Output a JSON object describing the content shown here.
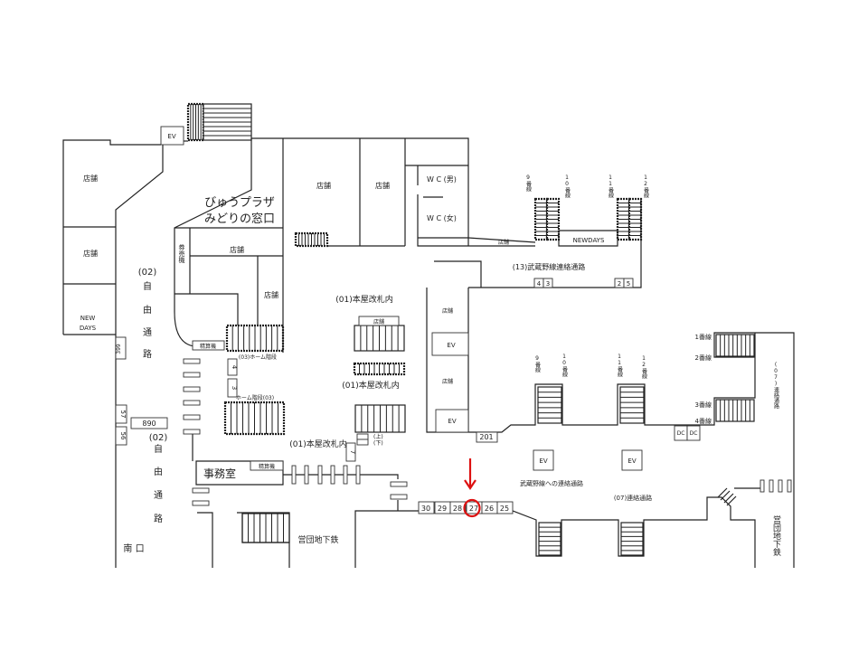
{
  "colors": {
    "line": "#222222",
    "highlight": "#dd1111"
  },
  "shop": "店舗",
  "ev": "EV",
  "new_days_line1": "NEW",
  "new_days_line2": "DAYS",
  "view_plaza": "びゅうプラザ",
  "midori": "みどりの窓口",
  "ticket_machine": "券売機",
  "fare_adjust": "精算機",
  "free_passage": {
    "num": "(02)",
    "chars": [
      "自",
      "由",
      "通",
      "路"
    ]
  },
  "south_exit": "南 口",
  "home_stairs_03a": "(03)ホーム階段",
  "home_stairs_03b": "ホーム階段(03)",
  "honya_gate": "(01)本屋改札内",
  "office": "事務室",
  "eidan_subway": "営団地下鉄",
  "wc_male": "W C (男)",
  "wc_female": "W C (女)",
  "newdays": "NEWDAYS",
  "musashino_passage": "(13)武蔵野線連絡通路",
  "musashino_link": "武蔵野線への連絡通路",
  "link_passage_07": "(07)連絡通路",
  "platforms_upper": [
    "9番線",
    "10番線",
    "11番線",
    "12番線"
  ],
  "platforms_lower": [
    "9番線",
    "10番線",
    "11番線",
    "12番線"
  ],
  "platforms_right": [
    "1番線",
    "2番線",
    "3番線",
    "4番線"
  ],
  "dc": "DC",
  "up": "(上)",
  "down": "(下)",
  "boxes": {
    "b399": "399",
    "b57": "57",
    "b56": "56",
    "b890": "890",
    "b4": "4",
    "b3": "3",
    "b7": "7",
    "b201": "201",
    "m4": "4",
    "m3": "3",
    "m2": "2",
    "m5": "5"
  },
  "lockers": [
    "30",
    "29",
    "28",
    "27",
    "26",
    "25"
  ],
  "highlighted_locker": "27"
}
